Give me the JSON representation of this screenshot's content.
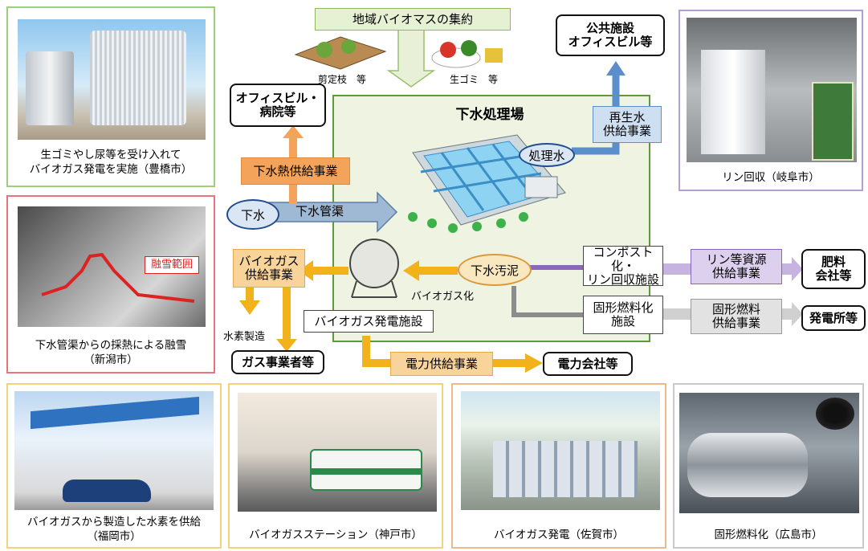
{
  "title": "地域バイオマスの集約",
  "biomass_labels": {
    "prune": "剪定枝　等",
    "garbage": "生ゴミ　等"
  },
  "plant_title": "下水処理場",
  "nodes": {
    "public": "公共施設\nオフィスビル等",
    "office": "オフィスビル・\n病院等",
    "heat": "下水熱供給事業",
    "reclaimed": "再生水\n供給事業",
    "treated": "処理水",
    "sewage": "下水",
    "pipe": "下水管渠",
    "biogas_supply": "バイオガス\n供給事業",
    "sludge": "下水汚泥",
    "biogasify": "バイオガス化",
    "hydrogen": "水素製造",
    "gas_company": "ガス事業者等",
    "gen_facility": "バイオガス発電施設",
    "power_supply": "電力供給事業",
    "power_company": "電力会社等",
    "compost": "コンポスト化・\nリン回収施設",
    "phosphorus": "リン等資源\n供給事業",
    "fertilizer": "肥料\n会社等",
    "solid_fuel": "固形燃料化\n施設",
    "solid_supply": "固形燃料\n供給事業",
    "power_station": "発電所等"
  },
  "photos": {
    "toyohashi": "生ゴミやし尿等を受け入れて\nバイオガス発電を実施（豊橋市）",
    "niigata_tag": "融雪範囲",
    "niigata": "下水管渠からの採熱による融雪\n（新潟市）",
    "fukuoka": "バイオガスから製造した水素を供給\n（福岡市）",
    "kobe": "バイオガスステーション（神戸市）",
    "saga": "バイオガス発電（佐賀市）",
    "hiroshima": "固形燃料化（広島市）",
    "gifu": "リン回収（岐阜市）"
  },
  "colors": {
    "orange": "#f4a45a",
    "blue": "#5b8fcc",
    "yellow": "#f2b21c",
    "purple": "#8a68b8",
    "gray": "#8c8c8c",
    "green_fill": "#eef3e2",
    "green_border": "#5c9a3a"
  }
}
